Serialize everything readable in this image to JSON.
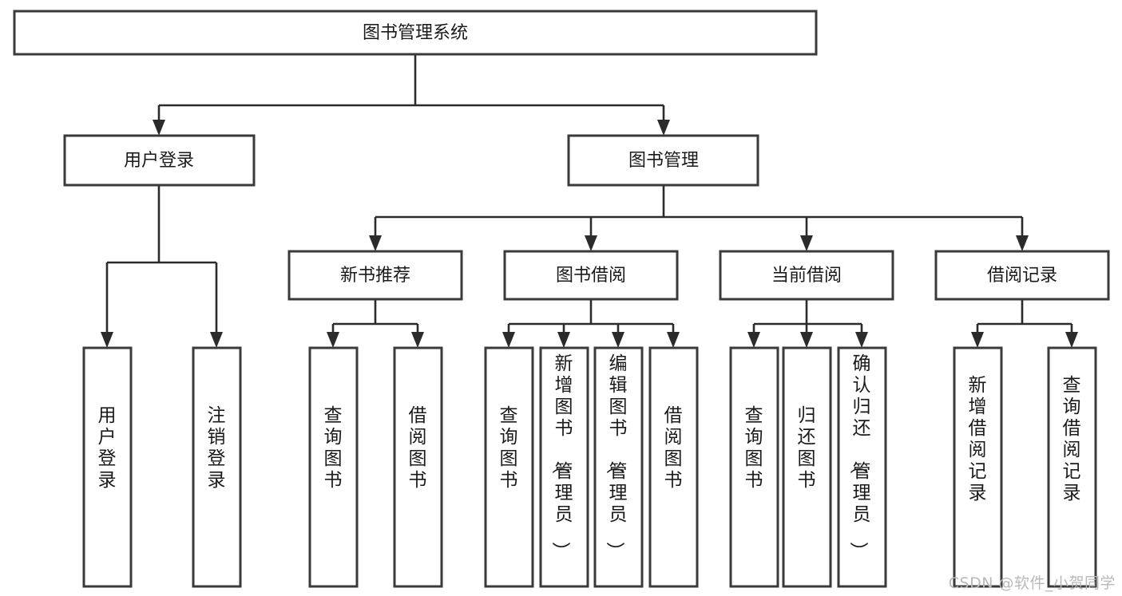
{
  "diagram": {
    "type": "tree",
    "title": "图书管理系统",
    "orientation": "top-down",
    "root": {
      "id": "root",
      "label": "图书管理系统",
      "level": 0
    },
    "level1": [
      {
        "id": "user-login",
        "label": "用户登录"
      },
      {
        "id": "book-manage",
        "label": "图书管理"
      }
    ],
    "level2": [
      {
        "id": "new-book-rec",
        "label": "新书推荐",
        "parent": "book-manage"
      },
      {
        "id": "book-borrow",
        "label": "图书借阅",
        "parent": "book-manage"
      },
      {
        "id": "current-borrow",
        "label": "当前借阅",
        "parent": "book-manage"
      },
      {
        "id": "borrow-record",
        "label": "借阅记录",
        "parent": "book-manage"
      }
    ],
    "leaves": {
      "user-login": [
        {
          "id": "leaf-user-login",
          "label": "用户登录"
        },
        {
          "id": "leaf-user-logout",
          "label": "注销登录"
        }
      ],
      "new-book-rec": [
        {
          "id": "leaf-query-book-1",
          "label": "查询图书"
        },
        {
          "id": "leaf-borrow-book-1",
          "label": "借阅图书"
        }
      ],
      "book-borrow": [
        {
          "id": "leaf-query-book-2",
          "label": "查询图书"
        },
        {
          "id": "leaf-add-book",
          "label": "新增图书（管理员）"
        },
        {
          "id": "leaf-edit-book",
          "label": "编辑图书（管理员）"
        },
        {
          "id": "leaf-borrow-book-2",
          "label": "借阅图书"
        }
      ],
      "current-borrow": [
        {
          "id": "leaf-query-book-3",
          "label": "查询图书"
        },
        {
          "id": "leaf-return-book",
          "label": "归还图书"
        },
        {
          "id": "leaf-confirm-return",
          "label": "确认归还（管理员）"
        }
      ],
      "borrow-record": [
        {
          "id": "leaf-add-record",
          "label": "新增借阅记录"
        },
        {
          "id": "leaf-query-record",
          "label": "查询借阅记录"
        }
      ]
    }
  },
  "watermark": {
    "text": "CSDN @软件_小贺同学"
  },
  "colors": {
    "box_stroke": "#3a3a3a",
    "edge_stroke": "#2b2b2b",
    "box_fill": "#ffffff",
    "text": "#1a1a1a",
    "watermark": "#b9b9b9",
    "background": "#ffffff"
  }
}
